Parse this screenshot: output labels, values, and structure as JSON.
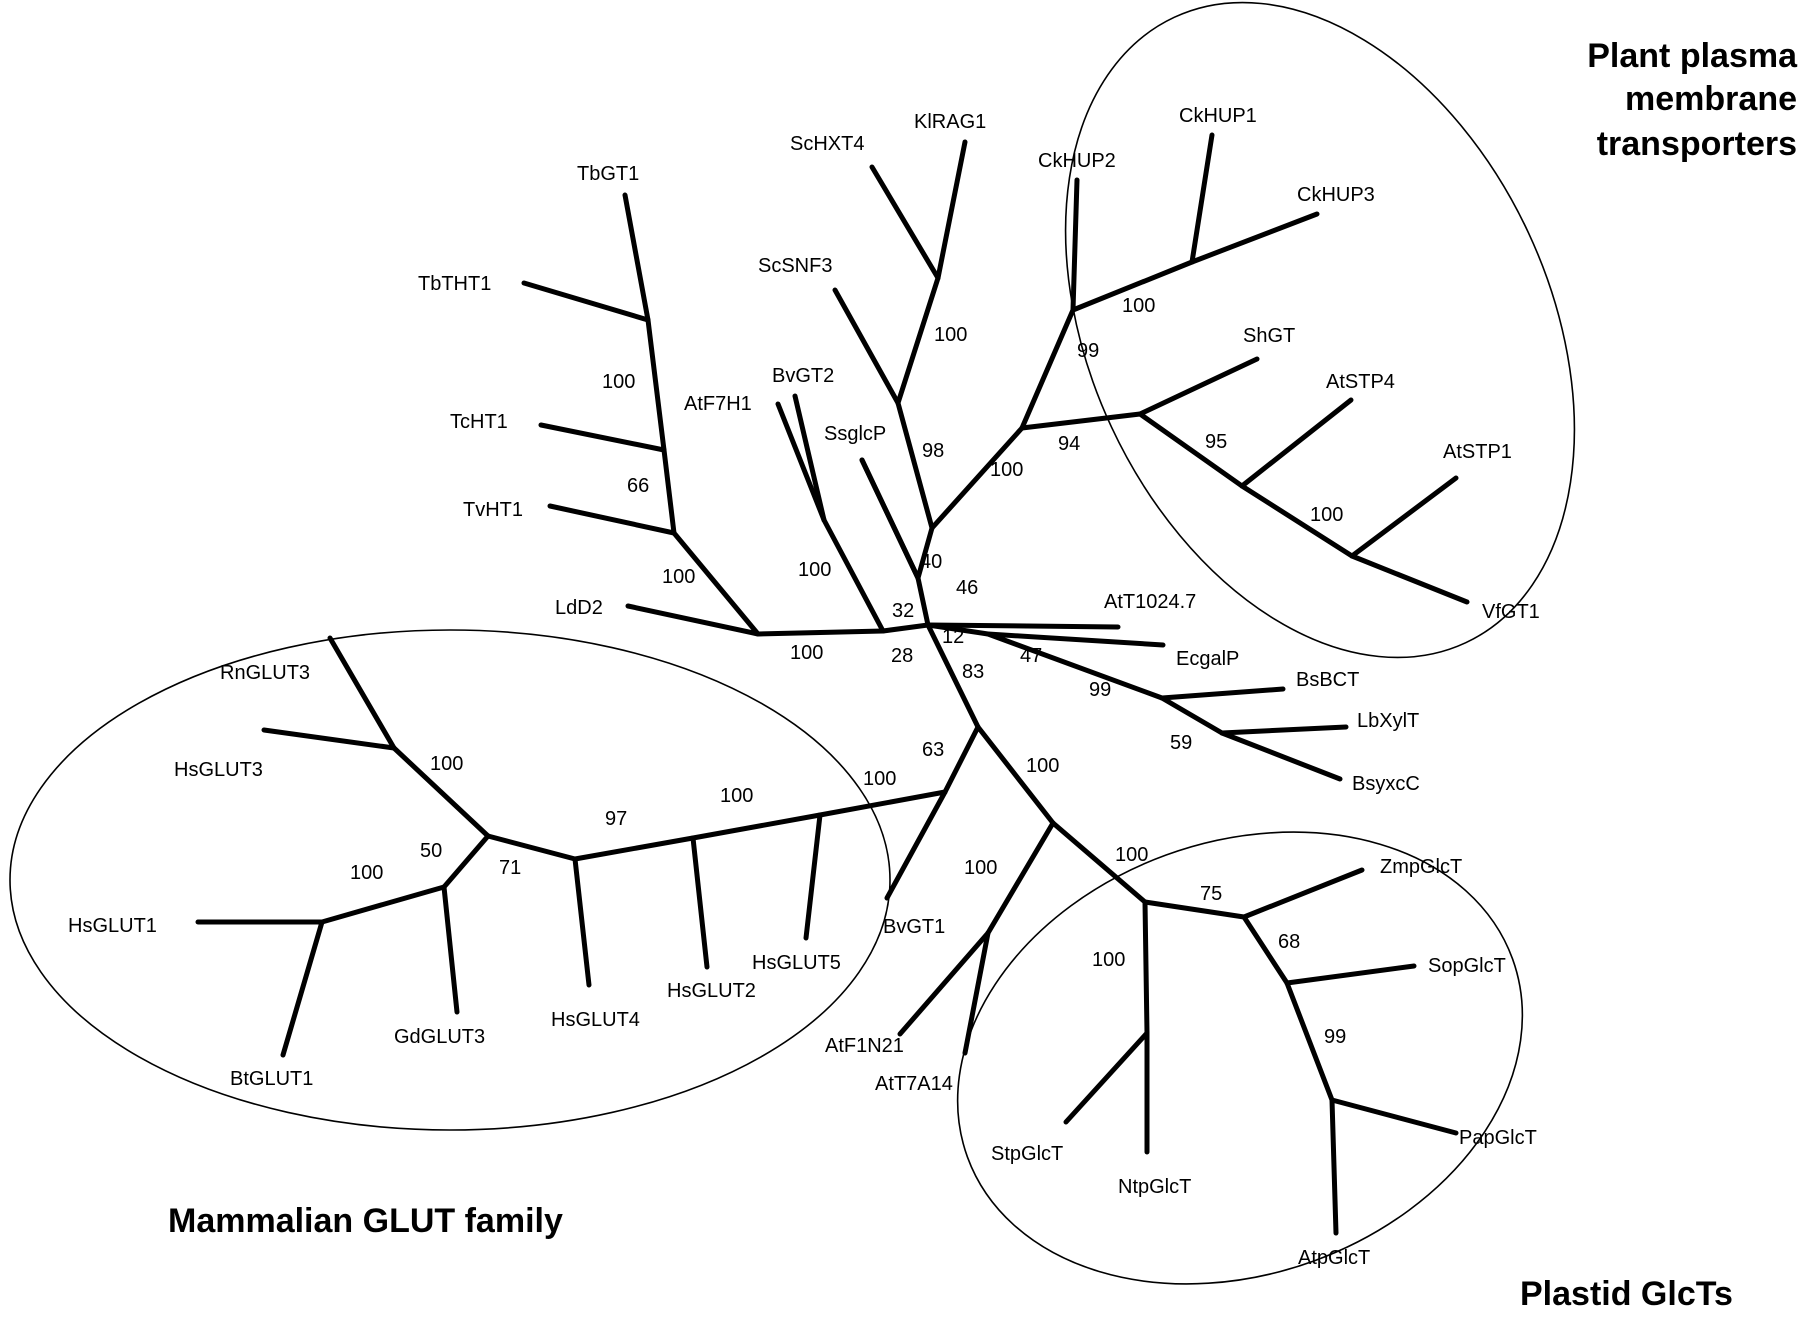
{
  "figure": {
    "group_labels": {
      "plant_line1": "Plant plasma",
      "plant_line2": "membrane",
      "plant_line3": "transporters",
      "mammalian": "Mammalian GLUT family",
      "plastid": "Plastid GlcTs"
    },
    "taxa": {
      "KlRAG1": "KlRAG1",
      "ScHXT4": "ScHXT4",
      "ScSNF3": "ScSNF3",
      "TbGT1": "TbGT1",
      "TbTHT1": "TbTHT1",
      "TcHT1": "TcHT1",
      "TvHT1": "TvHT1",
      "LdD2": "LdD2",
      "BvGT2": "BvGT2",
      "AtF7H1": "AtF7H1",
      "SsglcP": "SsglcP",
      "CkHUP1": "CkHUP1",
      "CkHUP2": "CkHUP2",
      "CkHUP3": "CkHUP3",
      "ShGT": "ShGT",
      "AtSTP4": "AtSTP4",
      "AtSTP1": "AtSTP1",
      "VfGT1": "VfGT1",
      "AtT1024_7": "AtT1024.7",
      "EcgalP": "EcgalP",
      "BsBCT": "BsBCT",
      "LbXylT": "LbXylT",
      "BsyxcC": "BsyxcC",
      "RnGLUT3": "RnGLUT3",
      "HsGLUT3": "HsGLUT3",
      "HsGLUT1": "HsGLUT1",
      "BtGLUT1": "BtGLUT1",
      "GdGLUT3": "GdGLUT3",
      "HsGLUT4": "HsGLUT4",
      "HsGLUT2": "HsGLUT2",
      "HsGLUT5": "HsGLUT5",
      "BvGT1": "BvGT1",
      "AtF1N21": "AtF1N21",
      "AtT7A14": "AtT7A14",
      "ZmpGlcT": "ZmpGlcT",
      "SopGlcT": "SopGlcT",
      "PapGlcT": "PapGlcT",
      "AtpGlcT": "AtpGlcT",
      "StpGlcT": "StpGlcT",
      "NtpGlcT": "NtpGlcT"
    },
    "bootstrap": {
      "klrag1_schxt4": "100",
      "hxt_snf3": "98",
      "fungal_plant": "100",
      "plant_root": "99",
      "ckhup": "100",
      "plant_inner": "94",
      "stp4_stp1": "95",
      "stp1_vfgt1": "100",
      "kinetoplastid_top": "100",
      "tchl": "66",
      "tvht1": "100",
      "ldd2": "100",
      "bvgt2_atf7h1": "100",
      "node40": "40",
      "node46": "46",
      "node32": "32",
      "node12": "12",
      "node28": "28",
      "node83": "83",
      "node47": "47",
      "bacterial": "99",
      "lbxylt": "59",
      "glut_root": "100",
      "node63": "63",
      "plastid_stem": "100",
      "atf1n21_att7a14": "100",
      "plastid_root": "100",
      "rnglut3_hsglut3": "100",
      "glut_core": "97",
      "hsglut2_5": "100",
      "node50": "50",
      "node71": "71",
      "hsglut1_btglut1": "100",
      "node75": "75",
      "node68": "68",
      "node99_plastid": "99",
      "stp_ntp": "100"
    }
  }
}
